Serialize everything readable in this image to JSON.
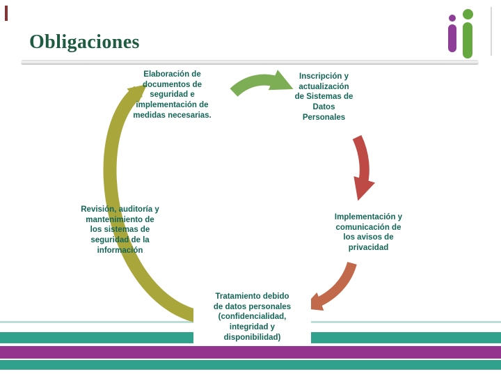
{
  "slide": {
    "title": "Obligaciones"
  },
  "diagram": {
    "type": "cycle",
    "nodes": [
      {
        "id": "elaboracion",
        "text": "Elaboración de\ndocumentos de\nseguridad e\nimplementación de\nmedidas necesarias."
      },
      {
        "id": "inscripcion",
        "text": "Inscripción y\nactualización\nde Sistemas de\nDatos\nPersonales"
      },
      {
        "id": "implementacion",
        "text": "Implementación y\ncomunicación de\nlos avisos de\nprivacidad"
      },
      {
        "id": "tratamiento",
        "text": "Tratamiento debido\nde datos personales\n(confidencialidad,\nintegridad y\ndisponibilidad)"
      },
      {
        "id": "revision",
        "text": "Revisión, auditoría y\nmantenimiento de\nlos sistemas de\nseguridad de la\ninformación"
      }
    ],
    "colors": {
      "arrow_top_green": "#7dad54",
      "arrow_right_red": "#be4a45",
      "arrow_bottom_rust": "#c3694b",
      "arrow_left_olive": "#a9a73c",
      "node_text": "#136657",
      "title_text": "#1e5b41"
    }
  },
  "footer": {
    "stripe_colors": {
      "thin_line": "#b9ded6",
      "teal": "#2fa18c",
      "purple": "#94348e"
    }
  },
  "logo_colors": {
    "purple": "#8f3e97",
    "green": "#64a83f"
  }
}
